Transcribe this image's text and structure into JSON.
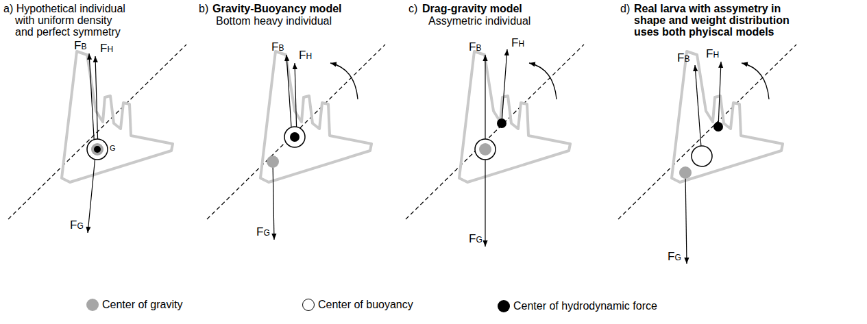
{
  "diagram": {
    "labels": [
      "a) Hypothetical individual with uniform density and perfect symmetry",
      "b)",
      "Gravity-Buoyancy model",
      "Bottom heavy individual",
      "c)",
      "Drag-gravity model",
      "Assymetric individual",
      "d)",
      "Real larva with assymetry in shape and weight distribution uses both phyiscal models",
      "FB",
      "FH",
      "G",
      "FG",
      "FB",
      "FH",
      "FG",
      "FB",
      "FH",
      "FG",
      "FB",
      "FH",
      "FG"
    ],
    "legend": [
      {
        "text": "Center of gravity",
        "color": "#a6a6a6"
      },
      {
        "text": "Center of buoyancy"
      },
      {
        "text": "Center of hydrodynamic force",
        "color": "#000000"
      }
    ]
  }
}
